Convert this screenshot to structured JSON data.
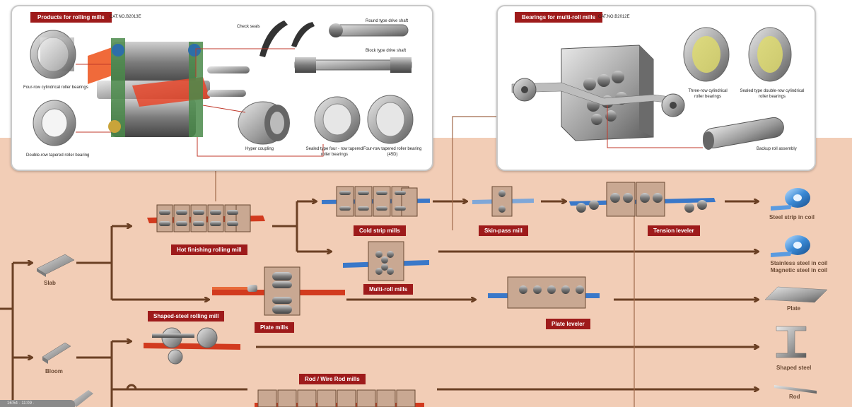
{
  "panels": {
    "rolling": {
      "title": "Products for rolling mills",
      "cat": "CAT.NO.B2013E",
      "labels": {
        "check_seals": "Check seals",
        "round_shaft": "Round type drive shaft",
        "block_shaft": "Block type drive shaft",
        "four_row": "Four-row cylindrical roller bearings",
        "double_row": "Double-row tapered roller bearing",
        "hyper": "Hyper coupling",
        "sealed_line1": "Sealed type four - row tapered",
        "sealed_line2": "roller bearings",
        "four_tapered_line1": "Four-row tapered roller bearing",
        "four_tapered_line2": "(45D)"
      }
    },
    "multi": {
      "title": "Bearings for multi-roll mills",
      "cat": "CAT.NO.B2012E",
      "labels": {
        "three_row_line1": "Three-row cylindrical",
        "three_row_line2": "roller bearings",
        "sealed_double_line1": "Sealed type double-row cylindrical",
        "sealed_double_line2": "roller bearings",
        "backup": "Backup roll assembly"
      }
    }
  },
  "process": {
    "hot_finishing": "Hot finishing rolling mill",
    "cold_strip": "Cold strip mills",
    "skin_pass": "Skin-pass mill",
    "tension": "Tension leveler",
    "multi_roll": "Multi-roll mills",
    "plate_mills": "Plate mills",
    "plate_leveler": "Plate leveler",
    "shaped_steel_mill": "Shaped-steel rolling mill",
    "rod_mills": "Rod / Wire Rod mills"
  },
  "inputs": {
    "slab": "Slab",
    "bloom": "Bloom"
  },
  "outputs": {
    "steel_strip": "Steel strip in coil",
    "stainless_line1": "Stainless steel in coil",
    "stainless_line2": "Magnetic steel in coil",
    "plate": "Plate",
    "shaped": "Shaped steel",
    "rod": "Rod"
  },
  "status_text": "16:54 · 11:09 ·",
  "colors": {
    "panel_title": "#9e1b1b",
    "flow_line": "#6b4024",
    "background": "#f2cdb6",
    "strip_blue": "#3a78c9",
    "strip_red": "#d23a1e"
  }
}
